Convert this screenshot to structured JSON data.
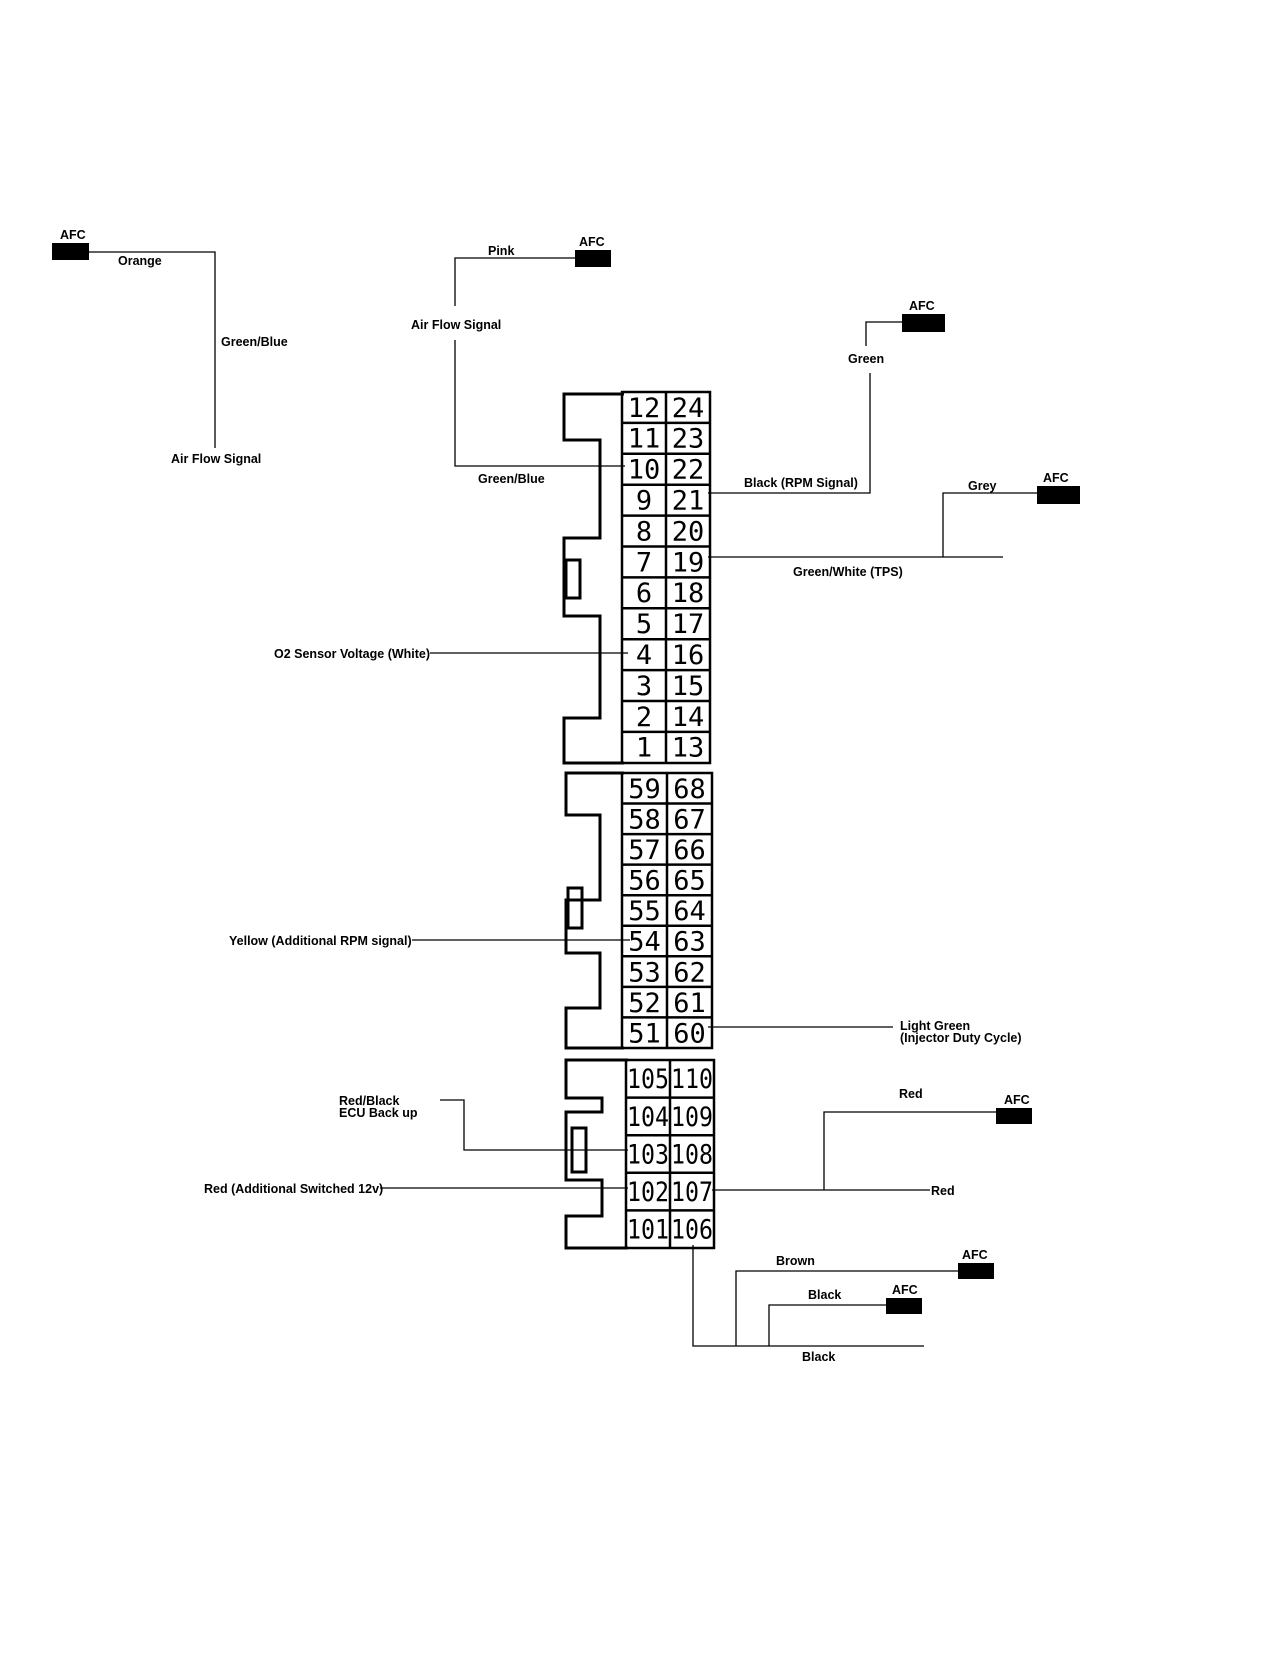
{
  "diagram": {
    "afc_label": "AFC",
    "wire_labels": {
      "orange": "Orange",
      "green_blue_left": "Green/Blue",
      "air_flow_signal_left": "Air Flow Signal",
      "pink": "Pink",
      "air_flow_signal_mid": "Air Flow Signal",
      "green_blue_mid": "Green/Blue",
      "green": "Green",
      "black_rpm": "Black (RPM Signal)",
      "grey": "Grey",
      "green_white_tps": "Green/White (TPS)",
      "o2_sensor": "O2 Sensor Voltage (White)",
      "yellow_rpm": "Yellow (Additional RPM signal)",
      "light_green_1": "Light Green",
      "light_green_2": "(Injector Duty Cycle)",
      "red_black_1": "Red/Black",
      "red_black_2": "ECU Back up",
      "red_switched": "Red (Additional Switched 12v)",
      "red_top": "Red",
      "red_right": "Red",
      "brown": "Brown",
      "black_mid": "Black",
      "black_bottom": "Black"
    },
    "connector_a": {
      "left_pins": [
        "12",
        "11",
        "10",
        "9",
        "8",
        "7",
        "6",
        "5",
        "4",
        "3",
        "2",
        "1"
      ],
      "right_pins": [
        "24",
        "23",
        "22",
        "21",
        "20",
        "19",
        "18",
        "17",
        "16",
        "15",
        "14",
        "13"
      ]
    },
    "connector_b": {
      "left_pins": [
        "59",
        "58",
        "57",
        "56",
        "55",
        "54",
        "53",
        "52",
        "51"
      ],
      "right_pins": [
        "68",
        "67",
        "66",
        "65",
        "64",
        "63",
        "62",
        "61",
        "60"
      ]
    },
    "connector_c": {
      "left_pins": [
        "105",
        "104",
        "103",
        "102",
        "101"
      ],
      "right_pins": [
        "110",
        "109",
        "108",
        "107",
        "106"
      ]
    }
  }
}
